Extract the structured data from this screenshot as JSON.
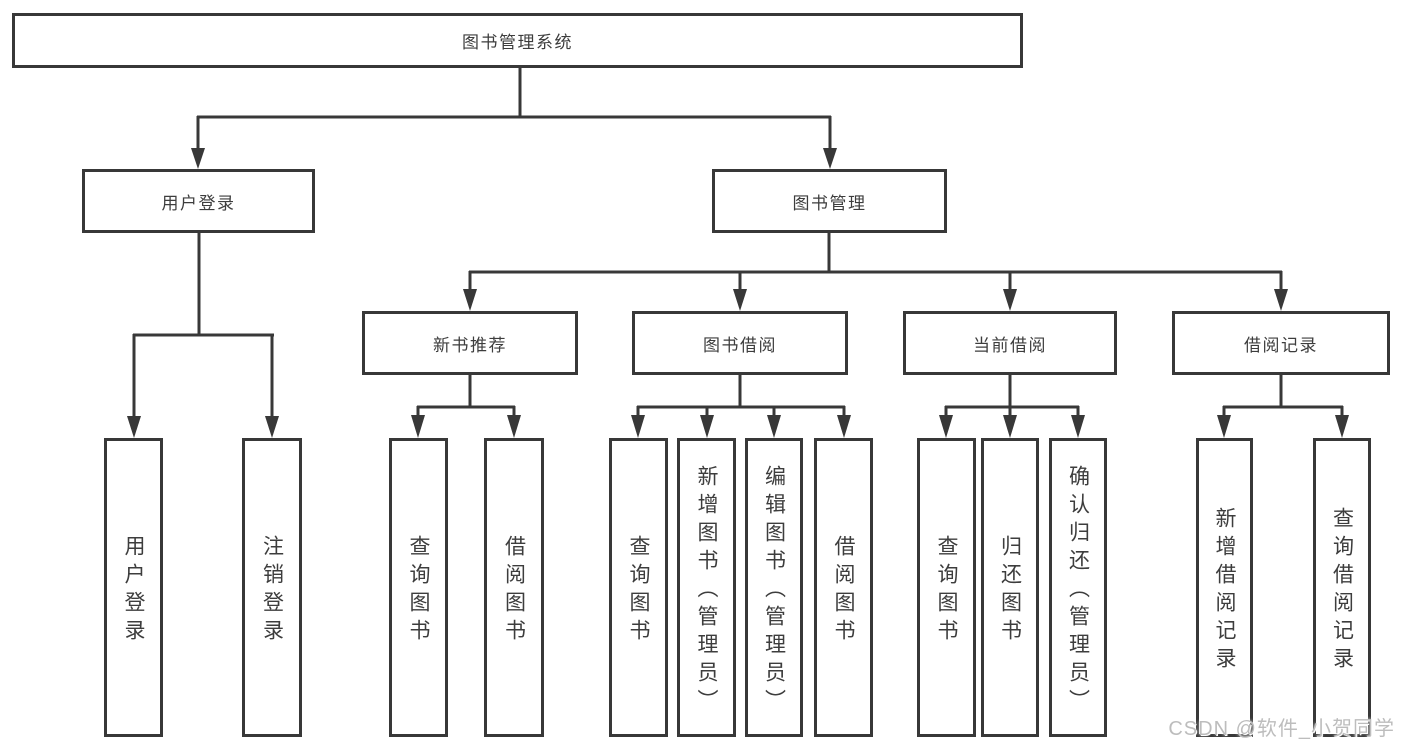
{
  "diagram": {
    "root": {
      "label": "图书管理系统",
      "children": [
        {
          "label": "用户登录",
          "children": [
            {
              "label": "用户登录"
            },
            {
              "label": "注销登录"
            }
          ]
        },
        {
          "label": "图书管理",
          "children": [
            {
              "label": "新书推荐",
              "children": [
                {
                  "label": "查询图书"
                },
                {
                  "label": "借阅图书"
                }
              ]
            },
            {
              "label": "图书借阅",
              "children": [
                {
                  "label": "查询图书"
                },
                {
                  "label": "新增图书（管理员）"
                },
                {
                  "label": "编辑图书（管理员）"
                },
                {
                  "label": "借阅图书"
                }
              ]
            },
            {
              "label": "当前借阅",
              "children": [
                {
                  "label": "查询图书"
                },
                {
                  "label": "归还图书"
                },
                {
                  "label": "确认归还（管理员）"
                }
              ]
            },
            {
              "label": "借阅记录",
              "children": [
                {
                  "label": "新增借阅记录"
                },
                {
                  "label": "查询借阅记录"
                }
              ]
            }
          ]
        }
      ]
    }
  },
  "watermark": {
    "text": "CSDN @软件_小贺同学"
  },
  "colors": {
    "line": "#383838",
    "text": "#3d3d3d",
    "watermark": "#bdbdbd",
    "background": "#ffffff"
  }
}
